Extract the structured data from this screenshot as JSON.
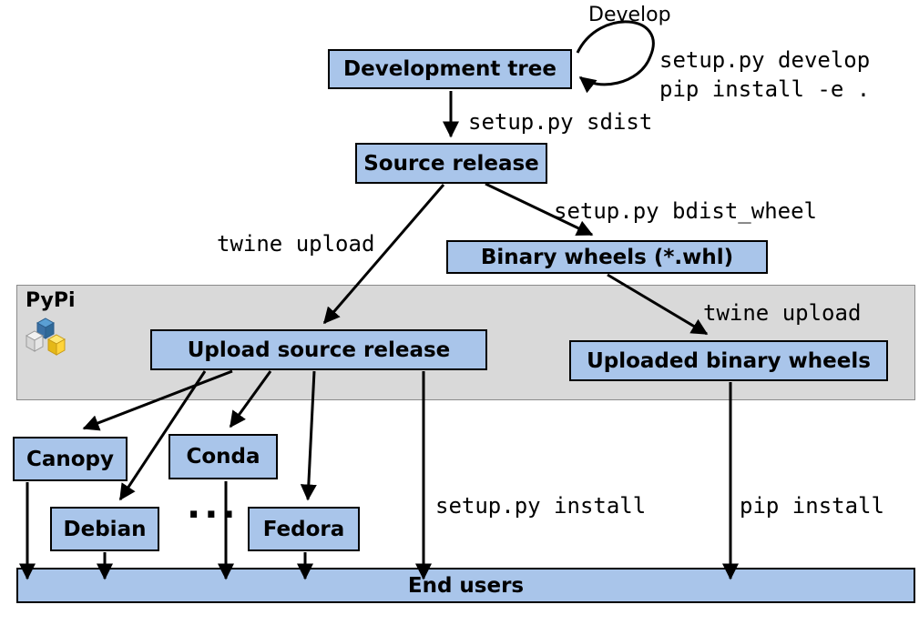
{
  "diagram": {
    "nodes": {
      "development_tree": "Development tree",
      "source_release": "Source release",
      "binary_wheels": "Binary wheels (*.whl)",
      "upload_source_release": "Upload source release",
      "uploaded_binary_wheels": "Uploaded binary wheels",
      "canopy": "Canopy",
      "conda": "Conda",
      "debian": "Debian",
      "fedora": "Fedora",
      "end_users": "End users"
    },
    "labels": {
      "develop": "Develop",
      "setup_develop": "setup.py develop",
      "pip_install_e": "pip install -e .",
      "sdist": "setup.py sdist",
      "bdist_wheel": "setup.py bdist_wheel",
      "twine_upload_left": "twine upload",
      "twine_upload_right": "twine upload",
      "setup_install": "setup.py install",
      "pip_install": "pip install",
      "dots": "..."
    },
    "regions": {
      "pypi_label": "PyPi"
    },
    "colors": {
      "node_fill": "#a9c5ea",
      "node_border": "#000000",
      "region_fill": "#d9d9d9",
      "arrow": "#000000",
      "pypi_logo_blue": "#3b71a5",
      "pypi_logo_yellow": "#ffd43b"
    }
  }
}
